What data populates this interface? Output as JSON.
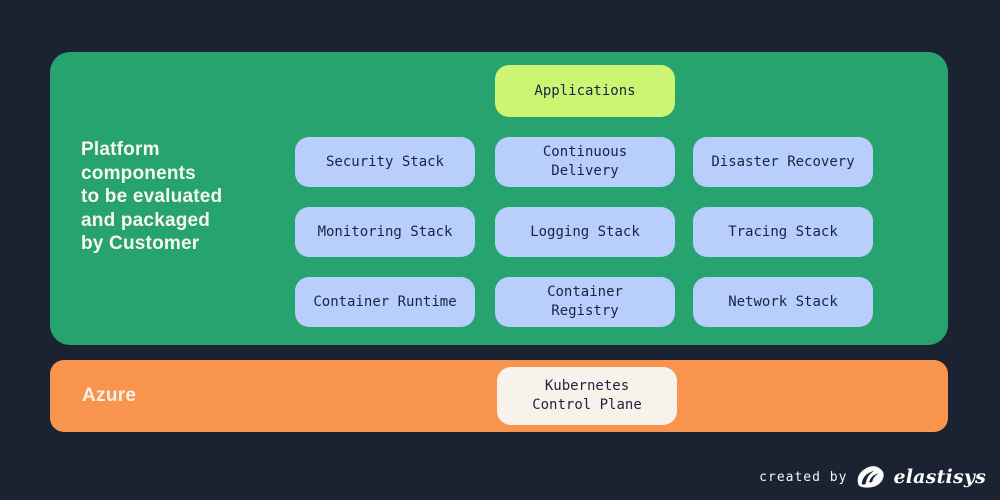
{
  "page": {
    "background_color": "#1b2332",
    "credit_text": "created by",
    "brand_name": "elastisys"
  },
  "platform_panel": {
    "background_color": "#27a36f",
    "label": "Platform\ncomponents\nto be evaluated\nand packaged\nby Customer",
    "label_color": "#f9f7f1",
    "applications_box": {
      "label": "Applications",
      "background_color": "#ccf573"
    },
    "component_boxes": [
      {
        "label": "Security Stack"
      },
      {
        "label": "Continuous\nDelivery"
      },
      {
        "label": "Disaster Recovery"
      },
      {
        "label": "Monitoring Stack"
      },
      {
        "label": "Logging Stack"
      },
      {
        "label": "Tracing Stack"
      },
      {
        "label": "Container Runtime"
      },
      {
        "label": "Container\nRegistry"
      },
      {
        "label": "Network Stack"
      }
    ],
    "component_box_color": "#b8cefc",
    "box_text_color": "#1b2340"
  },
  "azure_panel": {
    "label": "Azure",
    "background_color": "#f8944e",
    "control_plane_box": {
      "label": "Kubernetes\nControl Plane",
      "background_color": "#f7f3eb"
    }
  }
}
